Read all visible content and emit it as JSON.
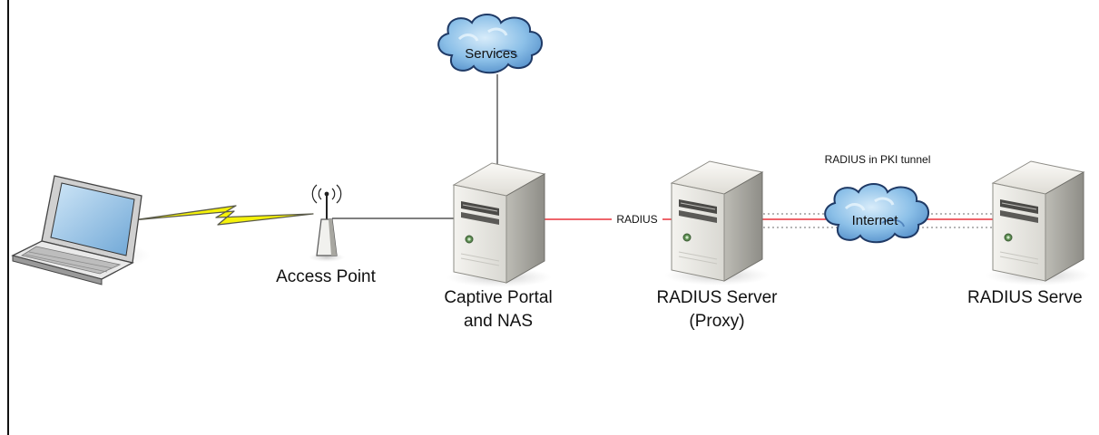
{
  "nodes": {
    "laptop": {
      "icon": "laptop-icon"
    },
    "access_point": {
      "icon": "wireless-access-point-icon",
      "label": "Access Point"
    },
    "captive_portal": {
      "icon": "server-tower-icon",
      "label_line1": "Captive Portal",
      "label_line2": "and NAS"
    },
    "radius_proxy": {
      "icon": "server-tower-icon",
      "label_line1": "RADIUS Server",
      "label_line2": "(Proxy)"
    },
    "radius_server": {
      "icon": "server-tower-icon",
      "label": "RADIUS Serve"
    },
    "services_cloud": {
      "icon": "cloud-icon",
      "label": "Services"
    },
    "internet_cloud": {
      "icon": "cloud-icon",
      "label": "Internet"
    }
  },
  "links": {
    "radius_label": "RADIUS",
    "tunnel_label": "RADIUS in PKI tunnel",
    "wireless_link": {
      "icon": "lightning-bolt-icon",
      "color": "#f5f20a"
    },
    "radius_color": "#e8323a",
    "wire_color": "#333333",
    "tunnel_dot_color": "#8a8a8a"
  }
}
